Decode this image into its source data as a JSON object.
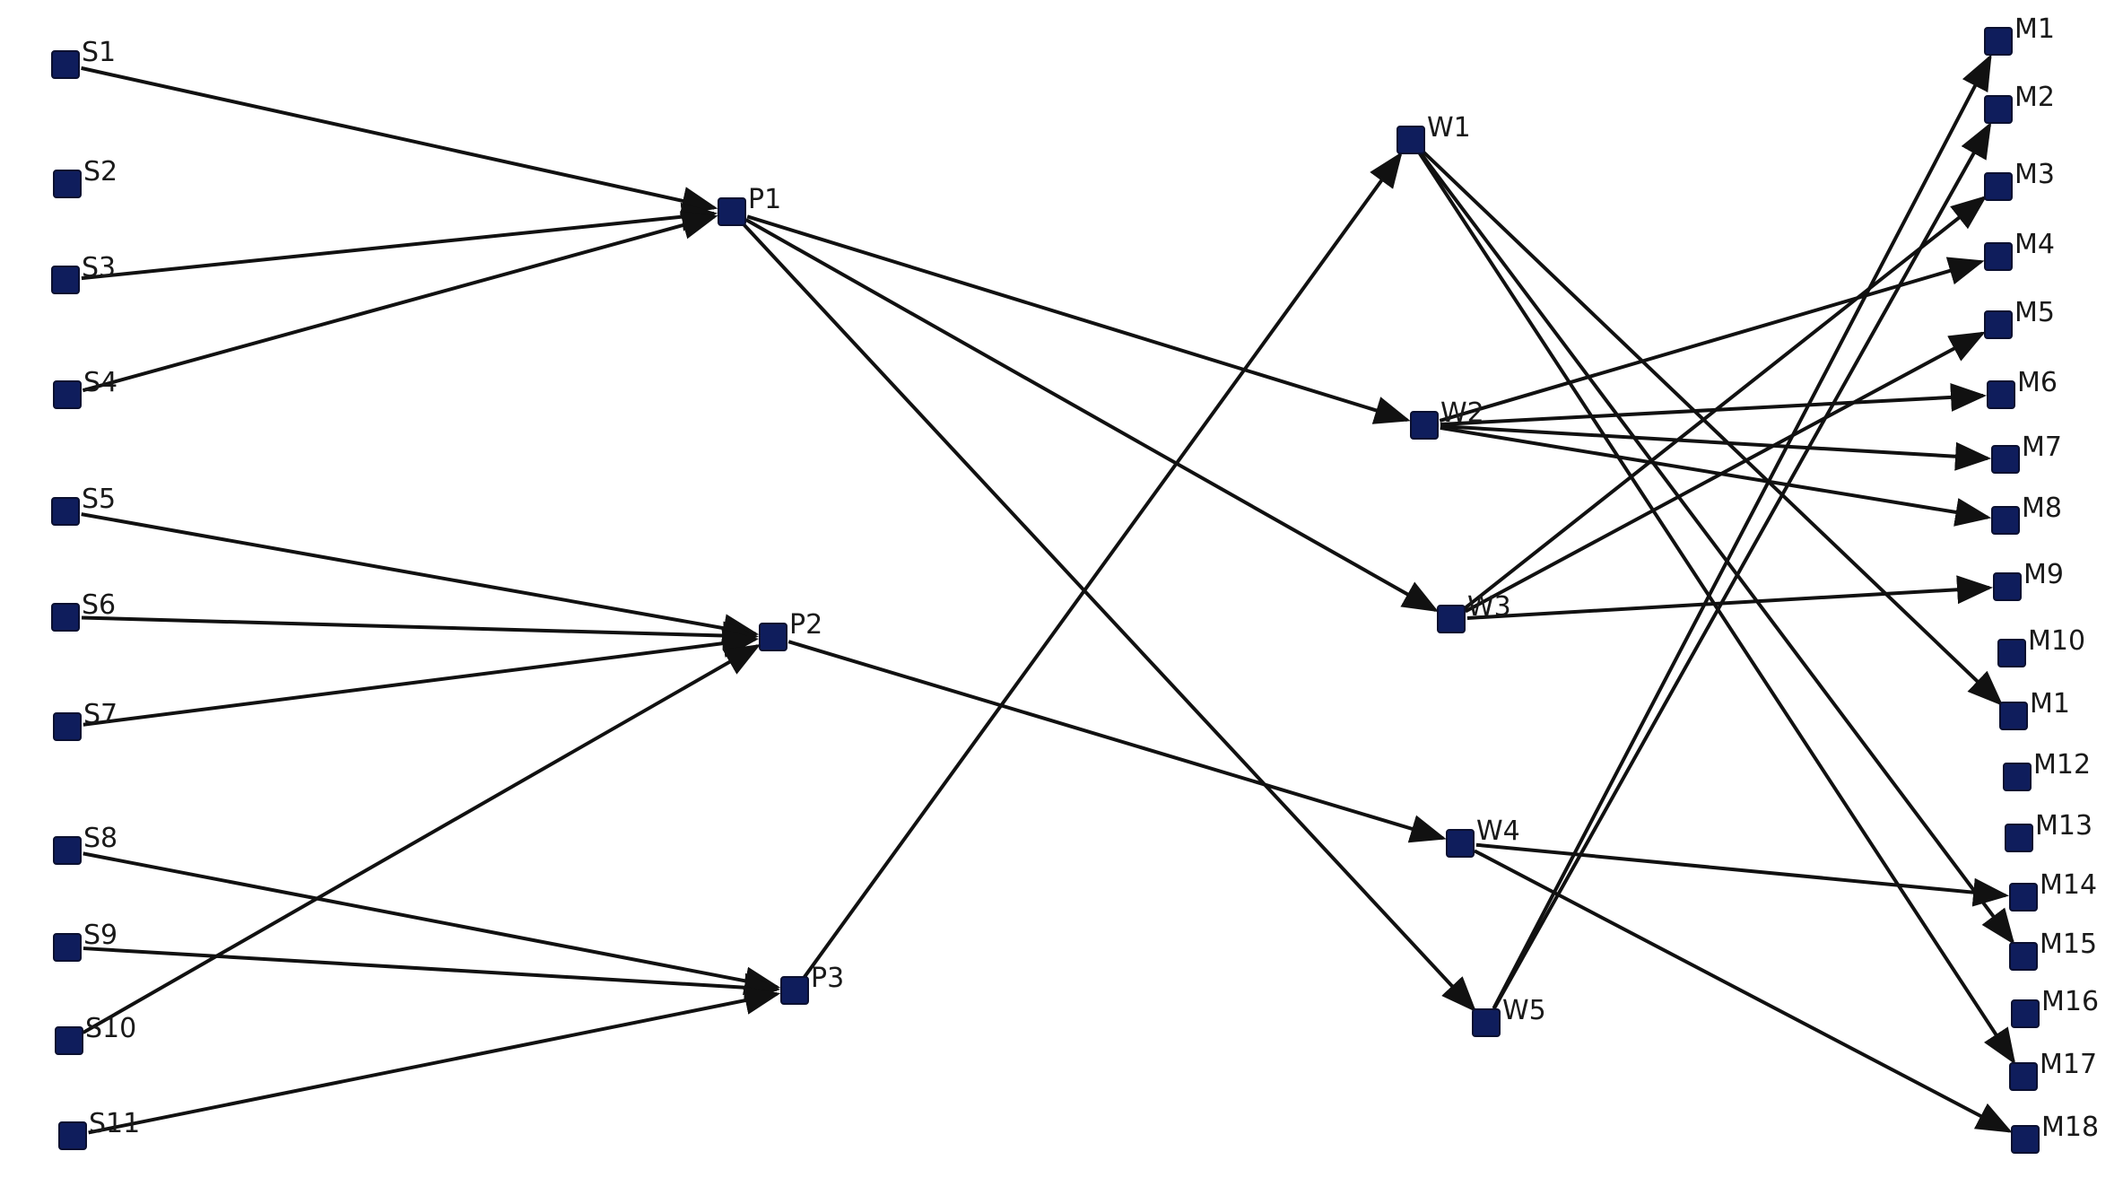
{
  "diagram": {
    "node_color": "#0f1d5c",
    "edge_color": "#111111",
    "nodes": [
      {
        "id": "S1",
        "label": "S1"
      },
      {
        "id": "S2",
        "label": "S2"
      },
      {
        "id": "S3",
        "label": "S3"
      },
      {
        "id": "S4",
        "label": "S4"
      },
      {
        "id": "S5",
        "label": "S5"
      },
      {
        "id": "S6",
        "label": "S6"
      },
      {
        "id": "S7",
        "label": "S7"
      },
      {
        "id": "S8",
        "label": "S8"
      },
      {
        "id": "S9",
        "label": "S9"
      },
      {
        "id": "S10",
        "label": "S10"
      },
      {
        "id": "S11",
        "label": "S11"
      },
      {
        "id": "P1",
        "label": "P1"
      },
      {
        "id": "P2",
        "label": "P2"
      },
      {
        "id": "P3",
        "label": "P3"
      },
      {
        "id": "W1",
        "label": "W1"
      },
      {
        "id": "W2",
        "label": "W2"
      },
      {
        "id": "W3",
        "label": "W3"
      },
      {
        "id": "W4",
        "label": "W4"
      },
      {
        "id": "W5",
        "label": "W5"
      },
      {
        "id": "M1",
        "label": "M1"
      },
      {
        "id": "M2",
        "label": "M2"
      },
      {
        "id": "M3",
        "label": "M3"
      },
      {
        "id": "M4",
        "label": "M4"
      },
      {
        "id": "M5",
        "label": "M5"
      },
      {
        "id": "M6",
        "label": "M6"
      },
      {
        "id": "M7",
        "label": "M7"
      },
      {
        "id": "M8",
        "label": "M8"
      },
      {
        "id": "M9",
        "label": "M9"
      },
      {
        "id": "M10",
        "label": "M10"
      },
      {
        "id": "M11",
        "label": "M1"
      },
      {
        "id": "M12",
        "label": "M12"
      },
      {
        "id": "M13",
        "label": "M13"
      },
      {
        "id": "M14",
        "label": "M14"
      },
      {
        "id": "M15",
        "label": "M15"
      },
      {
        "id": "M16",
        "label": "M16"
      },
      {
        "id": "M17",
        "label": "M17"
      },
      {
        "id": "M18",
        "label": "M18"
      }
    ],
    "edges": [
      {
        "from": "S1",
        "to": "P1"
      },
      {
        "from": "S3",
        "to": "P1"
      },
      {
        "from": "S4",
        "to": "P1"
      },
      {
        "from": "S5",
        "to": "P2"
      },
      {
        "from": "S6",
        "to": "P2"
      },
      {
        "from": "S7",
        "to": "P2"
      },
      {
        "from": "S10",
        "to": "P2"
      },
      {
        "from": "S8",
        "to": "P3"
      },
      {
        "from": "S9",
        "to": "P3"
      },
      {
        "from": "S11",
        "to": "P3"
      },
      {
        "from": "P1",
        "to": "W2"
      },
      {
        "from": "P1",
        "to": "W3"
      },
      {
        "from": "P1",
        "to": "W5"
      },
      {
        "from": "P2",
        "to": "W4"
      },
      {
        "from": "P3",
        "to": "W1"
      },
      {
        "from": "W1",
        "to": "M11"
      },
      {
        "from": "W1",
        "to": "M15"
      },
      {
        "from": "W1",
        "to": "M17"
      },
      {
        "from": "W2",
        "to": "M4"
      },
      {
        "from": "W2",
        "to": "M6"
      },
      {
        "from": "W2",
        "to": "M7"
      },
      {
        "from": "W2",
        "to": "M8"
      },
      {
        "from": "W3",
        "to": "M3"
      },
      {
        "from": "W3",
        "to": "M5"
      },
      {
        "from": "W3",
        "to": "M9"
      },
      {
        "from": "W4",
        "to": "M14"
      },
      {
        "from": "W4",
        "to": "M18"
      },
      {
        "from": "W5",
        "to": "M1"
      },
      {
        "from": "W5",
        "to": "M2"
      }
    ]
  }
}
